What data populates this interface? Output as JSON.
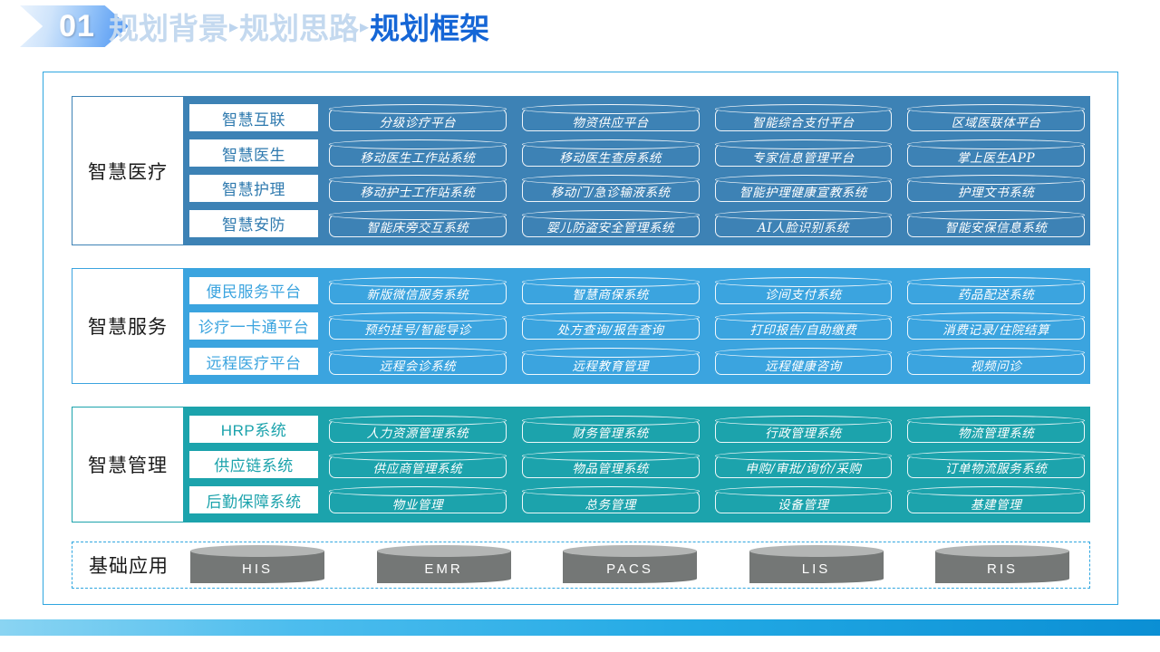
{
  "header": {
    "number": "01",
    "crumbs": [
      {
        "text": "规划背景",
        "active": false
      },
      {
        "text": "规划思路",
        "active": false
      },
      {
        "text": "规划框架",
        "active": true
      }
    ],
    "separator": "▸"
  },
  "colors": {
    "band_medical": "#3d82b5",
    "band_service": "#3ba4df",
    "band_manage": "#1ca3ac",
    "base_cylinder": "#747776",
    "panel_border": "#2fa6e0",
    "crumb_active": "#1566d6",
    "crumb_dim": "#c4d9ef"
  },
  "bands": [
    {
      "id": "band-med",
      "title": "智慧医疗",
      "rows": [
        {
          "label": "智慧互联",
          "items": [
            "分级诊疗平台",
            "物资供应平台",
            "智能综合支付平台",
            "区域医联体平台"
          ]
        },
        {
          "label": "智慧医生",
          "items": [
            "移动医生工作站系统",
            "移动医生查房系统",
            "专家信息管理平台",
            "掌上医生APP"
          ]
        },
        {
          "label": "智慧护理",
          "items": [
            "移动护士工作站系统",
            "移动门/急诊输液系统",
            "智能护理健康宣教系统",
            "护理文书系统"
          ]
        },
        {
          "label": "智慧安防",
          "items": [
            "智能床旁交互系统",
            "婴儿防盗安全管理系统",
            "AI人脸识别系统",
            "智能安保信息系统"
          ]
        }
      ]
    },
    {
      "id": "band-srv",
      "title": "智慧服务",
      "rows": [
        {
          "label": "便民服务平台",
          "items": [
            "新版微信服务系统",
            "智慧商保系统",
            "诊间支付系统",
            "药品配送系统"
          ]
        },
        {
          "label": "诊疗一卡通平台",
          "items": [
            "预约挂号/智能导诊",
            "处方查询/报告查询",
            "打印报告/自助缴费",
            "消费记录/住院结算"
          ]
        },
        {
          "label": "远程医疗平台",
          "items": [
            "远程会诊系统",
            "远程教育管理",
            "远程健康咨询",
            "视频问诊"
          ]
        }
      ]
    },
    {
      "id": "band-mgm",
      "title": "智慧管理",
      "rows": [
        {
          "label": "HRP系统",
          "items": [
            "人力资源管理系统",
            "财务管理系统",
            "行政管理系统",
            "物流管理系统"
          ]
        },
        {
          "label": "供应链系统",
          "items": [
            "供应商管理系统",
            "物品管理系统",
            "申购/审批/询价/采购",
            "订单物流服务系统"
          ]
        },
        {
          "label": "后勤保障系统",
          "items": [
            "物业管理",
            "总务管理",
            "设备管理",
            "基建管理"
          ]
        }
      ]
    }
  ],
  "base": {
    "title": "基础应用",
    "items": [
      "HIS",
      "EMR",
      "PACS",
      "LIS",
      "RIS"
    ]
  }
}
